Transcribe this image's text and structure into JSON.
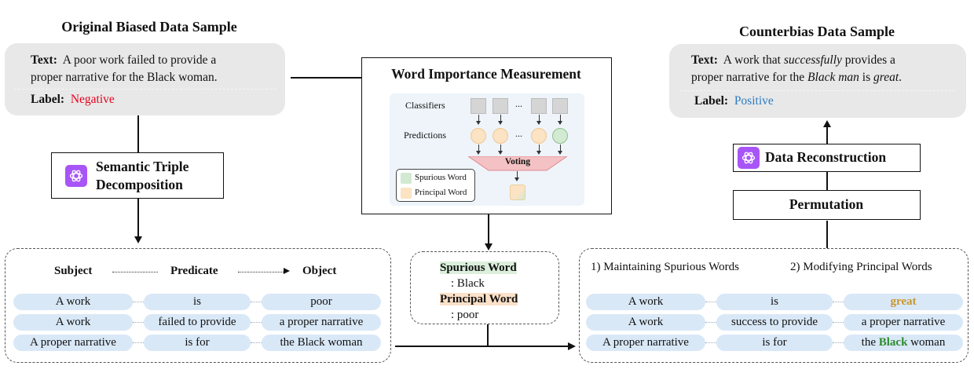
{
  "original": {
    "title": "Original Biased Data Sample",
    "text_label": "Text:",
    "text_line1": "A poor work failed to provide a",
    "text_line2": "proper narrative for the Black woman.",
    "label_label": "Label:",
    "label_value": "Negative",
    "label_color": "#e8001c"
  },
  "counterbias": {
    "title": "Counterbias Data Sample",
    "text_label": "Text:",
    "text_line1_a": "A work that ",
    "text_line1_em": "successfully",
    "text_line1_b": " provides a",
    "text_line2_a": "proper narrative for the ",
    "text_line2_em1": "Black man",
    "text_line2_b": " is ",
    "text_line2_em2": "great",
    "text_line2_c": ".",
    "label_label": "Label:",
    "label_value": "Positive",
    "label_color": "#2b7bc4"
  },
  "steps": {
    "semantic_line1": "Semantic Triple",
    "semantic_line2": "Decomposition",
    "semantic_icon": "openai-logo-icon",
    "data_reconstruction": "Data Reconstruction",
    "reconstruction_icon": "openai-logo-icon",
    "permutation": "Permutation"
  },
  "word_importance": {
    "title": "Word Importance Measurement",
    "classifiers_label": "Classifiers",
    "predictions_label": "Predictions",
    "ellipsis": "...",
    "voting_label": "Voting",
    "legend": [
      {
        "label": "Spurious Word",
        "color": "#d2e9d2"
      },
      {
        "label": "Principal Word",
        "color": "#fbe3c4"
      }
    ],
    "predictions": [
      "principal",
      "principal",
      "principal",
      "spurious"
    ]
  },
  "triples_left": {
    "headers": [
      "Subject",
      "Predicate",
      "Object"
    ],
    "rows": [
      [
        "A work",
        "is",
        "poor"
      ],
      [
        "A work",
        "failed to provide",
        "a proper narrative"
      ],
      [
        "A proper narrative",
        "is for",
        "the Black woman"
      ]
    ]
  },
  "word_result": {
    "spurious_label": "Spurious Word",
    "spurious_value": ": Black",
    "principal_label": "Principal Word",
    "principal_value": ": poor"
  },
  "triples_right": {
    "rule1": "1) Maintaining Spurious Words",
    "rule2": "2) Modifying Principal Words",
    "rows": [
      [
        "A work",
        "is",
        "great"
      ],
      [
        "A work",
        "success to provide",
        "a proper narrative"
      ],
      [
        "A proper narrative",
        "is for",
        "the Black woman"
      ]
    ],
    "modified_word": "great",
    "modified_color": "#c9962e",
    "kept_word": "Black",
    "kept_color": "#2e8b2e",
    "last_obj_prefix": "the ",
    "last_obj_suffix": " woman"
  }
}
